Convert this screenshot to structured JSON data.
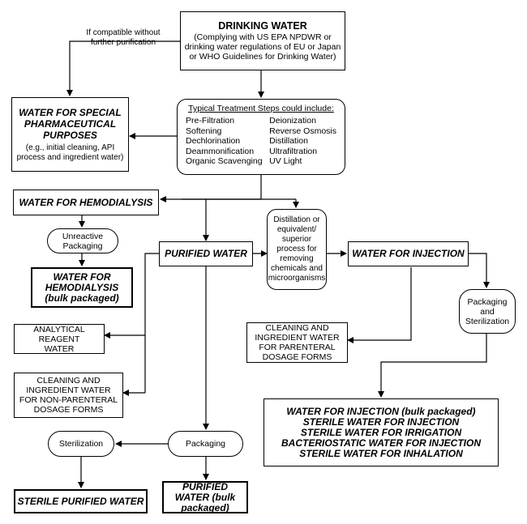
{
  "drinking_water": {
    "title": "DRINKING WATER",
    "subtitle": "(Complying with US EPA NPDWR or drinking water regulations of EU or Japan or WHO Guidelines for Drinking Water)"
  },
  "compatible_note": "If compatible without further purification",
  "special_purposes": {
    "title": "WATER FOR SPECIAL PHARMACEUTICAL PURPOSES",
    "subtitle": "(e.g., initial cleaning, API process and ingredient water)"
  },
  "treatment": {
    "header": "Typical Treatment Steps could include:",
    "left": [
      "Pre-Filtration",
      "Softening",
      "Dechlorination",
      "Deammonification",
      "Organic Scavenging"
    ],
    "right": [
      "Deionization",
      "Reverse Osmosis",
      "Distillation",
      "Ultrafiltration",
      "UV Light"
    ]
  },
  "hemodialysis": "WATER FOR HEMODIALYSIS",
  "unreactive_packaging": "Unreactive Packaging",
  "hemodialysis_bulk": "WATER FOR HEMODIALYSIS (bulk packaged)",
  "purified_water": "PURIFIED WATER",
  "distillation": "Distillation or equivalent/ superior process for removing chemicals and microorganisms",
  "injection": "WATER FOR INJECTION",
  "packaging_sterilization": "Packaging and Sterilization",
  "analytical_reagent": "ANALYTICAL REAGENT WATER",
  "cleaning_non_parenteral": "CLEANING AND INGREDIENT WATER FOR NON-PARENTERAL DOSAGE FORMS",
  "cleaning_parenteral": "CLEANING AND INGREDIENT WATER FOR PARENTERAL DOSAGE FORMS",
  "sterile_products": [
    "WATER FOR INJECTION (bulk packaged)",
    "STERILE WATER FOR INJECTION",
    "STERILE WATER FOR IRRIGATION",
    "BACTERIOSTATIC WATER FOR INJECTION",
    "STERILE WATER FOR INHALATION"
  ],
  "sterilization": "Sterilization",
  "packaging": "Packaging",
  "sterile_purified": "STERILE PURIFIED WATER",
  "purified_bulk": "PURIFIED WATER (bulk packaged)"
}
